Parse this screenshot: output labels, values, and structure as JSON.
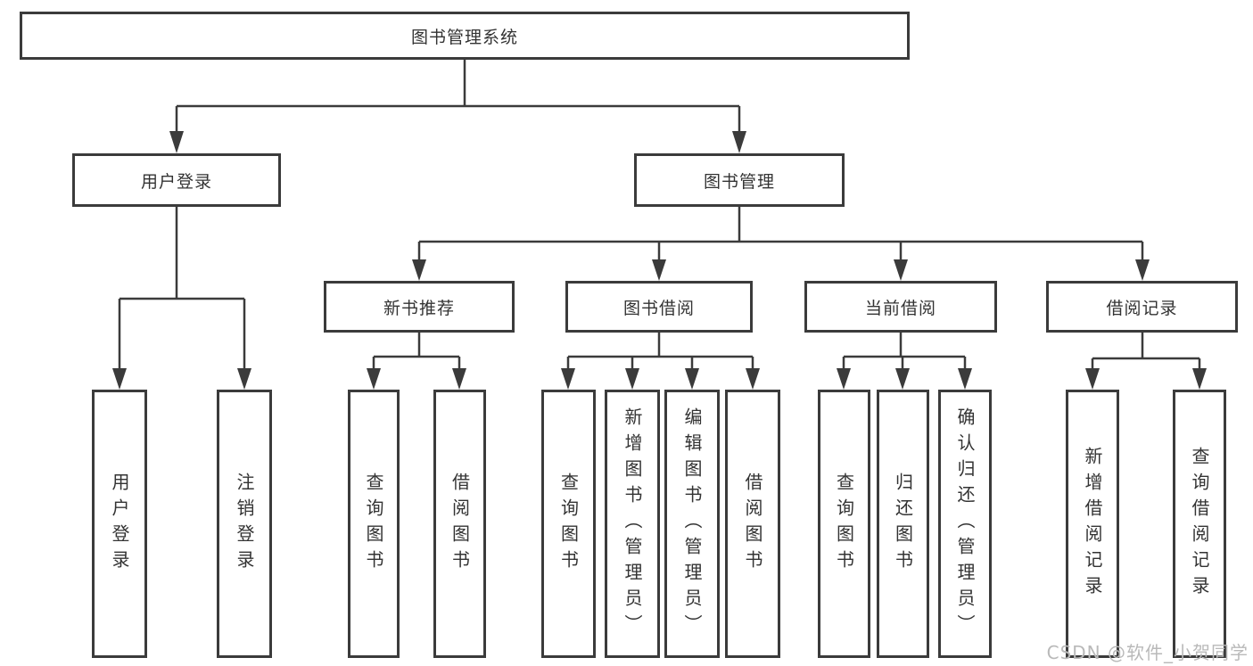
{
  "diagram_type": "hierarchy-functional-structure",
  "colors": {
    "box_border": "#3b3b3b",
    "box_background": "#ffffff",
    "text": "#333333",
    "connector_line": "#3b3b3b",
    "watermark": "#b9b9b9",
    "page_background": "#ffffff"
  },
  "tree": {
    "label": "图书管理系统",
    "children": [
      {
        "label": "用户登录",
        "children": [
          {
            "label": "用户登录"
          },
          {
            "label": "注销登录"
          }
        ]
      },
      {
        "label": "图书管理",
        "children": [
          {
            "label": "新书推荐",
            "children": [
              {
                "label": "查询图书"
              },
              {
                "label": "借阅图书"
              }
            ]
          },
          {
            "label": "图书借阅",
            "children": [
              {
                "label": "查询图书"
              },
              {
                "label": "新增图书（管理员）"
              },
              {
                "label": "编辑图书（管理员）"
              },
              {
                "label": "借阅图书"
              }
            ]
          },
          {
            "label": "当前借阅",
            "children": [
              {
                "label": "查询图书"
              },
              {
                "label": "归还图书"
              },
              {
                "label": "确认归还（管理员）"
              }
            ]
          },
          {
            "label": "借阅记录",
            "children": [
              {
                "label": "新增借阅记录"
              },
              {
                "label": "查询借阅记录"
              }
            ]
          }
        ]
      }
    ]
  },
  "watermark": "CSDN @软件_小贺同学"
}
